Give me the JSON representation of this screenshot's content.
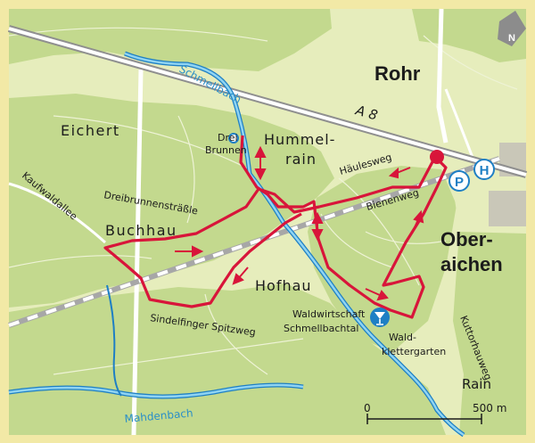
{
  "colors": {
    "forest": "#c3d98e",
    "meadow": "#e6edbc",
    "frame": "#f2e9a6",
    "route": "#d8153a",
    "water": "#43b0e0",
    "parking": "#1e7fc4",
    "road": "#bdbdbd"
  },
  "compass": {
    "label": "N",
    "icon": "north-arrow-icon"
  },
  "places": {
    "rohr": "Rohr",
    "oberaichen_1": "Ober-",
    "oberaichen_2": "aichen",
    "eichert": "Eichert",
    "hummelrain_1": "Hummel-",
    "hummelrain_2": "rain",
    "buchhau": "Buchhau",
    "hofhau": "Hofhau",
    "rain": "Rain"
  },
  "streets": {
    "a8": "A 8",
    "haeulesweg": "Häulesweg",
    "bienenweg": "Bienenweg",
    "kaufwaldallee": "Kaufwaldallee",
    "dreibrunnenstraessle": "Dreibrunnensträßle",
    "sindelfinger_spitzweg": "Sindelfinger Spitzweg",
    "kuttorhauweg": "Kuttorhauweg"
  },
  "waters": {
    "schmellbach": "Schmellbach",
    "mahdenbach": "Mahdenbach"
  },
  "pois": {
    "drei_brunnen_1": "Drei",
    "drei_brunnen_2": "Brunnen",
    "waldwirtschaft_1": "Waldwirtschaft",
    "waldwirtschaft_2": "Schmellbachtal",
    "kletter_1": "Wald-",
    "kletter_2": "klettergarten",
    "parking": "P",
    "bus": "H",
    "restaurant_icon": "cocktail-glass-icon"
  },
  "scale": {
    "start": "0",
    "end": "500 m"
  }
}
